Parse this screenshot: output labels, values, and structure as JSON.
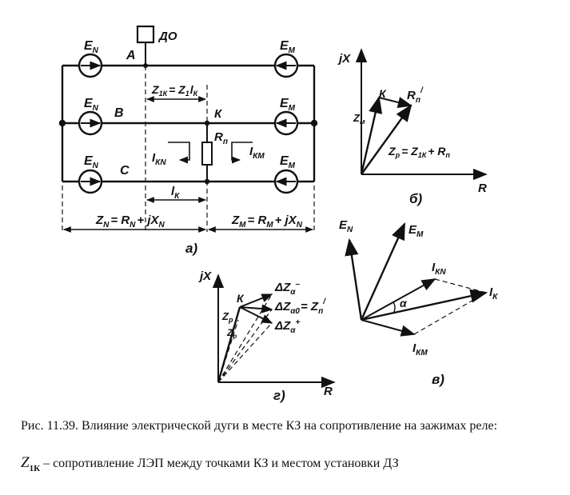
{
  "diagram_a": {
    "label": "а)",
    "relay_label": "ДО",
    "phases": [
      "A",
      "В",
      "С"
    ],
    "source_left": "E",
    "source_left_sub": "N",
    "source_right": "E",
    "source_right_sub": "М",
    "z1k": "Z",
    "z1k_sub": "1К",
    "z1k_rhs": "= Z",
    "z1k_rhs_sub": "1",
    "z1k_l": "l",
    "z1k_l_sub": "К",
    "point_k": "К",
    "rp": "R",
    "rp_sub": "п",
    "ikn": "I",
    "ikn_sub": "КN",
    "ikm": "I",
    "ikm_sub": "КМ",
    "lk": "l",
    "lk_sub": "К",
    "zn_eq": "Z",
    "zn_sub": "N",
    "zn_rhs": "= R",
    "zn_rhs_sub": "N",
    "zn_rhs2": "+ jX",
    "zn_rhs2_sub": "N",
    "zm_eq": "Z",
    "zm_sub": "М",
    "zm_rhs": "= R",
    "zm_rhs_sub": "М",
    "zm_rhs2": "+ jX",
    "zm_rhs2_sub": "N"
  },
  "diagram_b": {
    "label": "б)",
    "y_axis": "jX",
    "x_axis": "R",
    "k": "К",
    "rp_prime": "R",
    "rp_prime_sub": "п",
    "rp_prime_sup": "/",
    "zm": "Z",
    "zm_sub": "м",
    "zp_eq": "Z",
    "zp_sub": "р",
    "zp_rhs": "= Z",
    "zp_rhs_sub": "1К",
    "zp_rhs2": "+ R",
    "zp_rhs2_sub": "п"
  },
  "diagram_v": {
    "label": "в)",
    "en": "E",
    "en_sub": "N",
    "em": "E",
    "em_sub": "М",
    "ikn": "I",
    "ikn_sub": "КN",
    "ik": "I",
    "ik_sub": "К",
    "ikm": "I",
    "ikm_sub": "КМ",
    "alpha": "α"
  },
  "diagram_g": {
    "label": "г)",
    "y_axis": "jX",
    "x_axis": "R",
    "k": "К",
    "zp": "Z",
    "zp_sub": "р",
    "zp2": "Z",
    "zp2_sub": "р",
    "dz_minus": "ΔZ",
    "dz_minus_sub": "α",
    "dz_minus_sup": "–",
    "dz_zero": "ΔZ",
    "dz_zero_sub": "α0",
    "dz_zero_rhs": "= Z",
    "dz_zero_rhs_sub": "п",
    "dz_zero_rhs_sup": "/",
    "dz_plus": "ΔZ",
    "dz_plus_sub": "α",
    "dz_plus_sup": "+"
  },
  "caption": {
    "line1": "Рис. 11.39. Влияние электрической дуги в месте КЗ на сопротивление на зажимах реле:",
    "z_symbol": "Z",
    "z_sub": "1К",
    "line2": " – сопротивление ЛЭП между точками КЗ и местом установки ДЗ"
  }
}
